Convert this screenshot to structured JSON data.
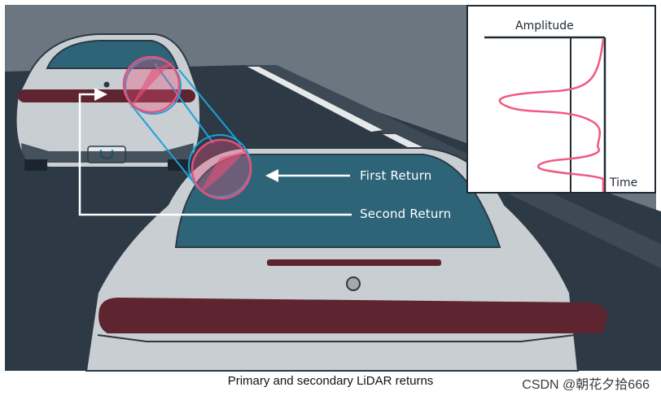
{
  "labels": {
    "first_return": "First Return",
    "second_return": "Second Return"
  },
  "inset": {
    "y_label": "Amplitude",
    "x_label": "Time"
  },
  "caption": "Primary and secondary LiDAR returns",
  "watermark": "CSDN @朝花夕拾666",
  "colors": {
    "sky": "#6b7680",
    "road": "#2d3a46",
    "car_body": "#c9ced2",
    "window": "#2d6478",
    "taillight": "#5e2430",
    "beam": "#1da1d8",
    "return_spot": "#e8507a",
    "signal": "#f05a82"
  }
}
